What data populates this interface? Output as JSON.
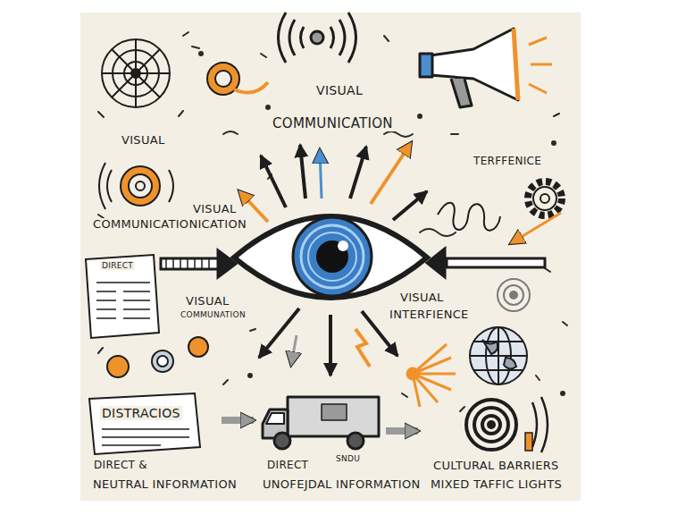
{
  "diagram": {
    "labels": [
      "VISUAL",
      "COMMUNICATION",
      "TERFFENICE",
      "VISUAL",
      "VISUAL",
      "COMMUNICATIONICATION",
      "DIRECT",
      "VISUAL",
      "COMMUNATION",
      "VISUAL",
      "INTERFIENCE",
      "DISTRACIOS",
      "DIRECT &",
      "NEUTRAL INFORMATION",
      "DIRECT",
      "UNOFEJDAL INFORMATION",
      "SNDU",
      "CULTURAL BARRIERS",
      "MIXED TAFFIC LIGHTS"
    ]
  }
}
